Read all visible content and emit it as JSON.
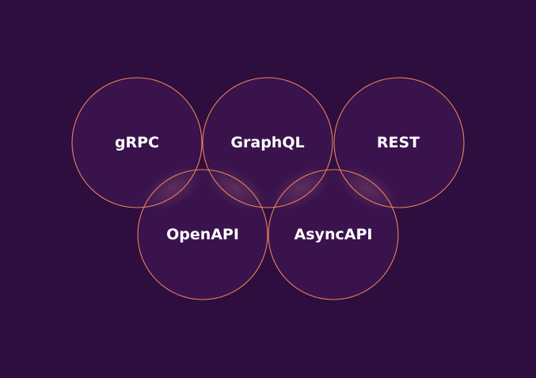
{
  "diagram": {
    "nodes": [
      {
        "id": "grpc",
        "label": "gRPC"
      },
      {
        "id": "graphql",
        "label": "GraphQL"
      },
      {
        "id": "rest",
        "label": "REST"
      },
      {
        "id": "openapi",
        "label": "OpenAPI"
      },
      {
        "id": "asyncapi",
        "label": "AsyncAPI"
      }
    ]
  },
  "colors": {
    "background": "#2e0d3f",
    "circle_fill": "#3e1650",
    "circle_stroke": "#e8825a",
    "text": "#ffffff"
  }
}
